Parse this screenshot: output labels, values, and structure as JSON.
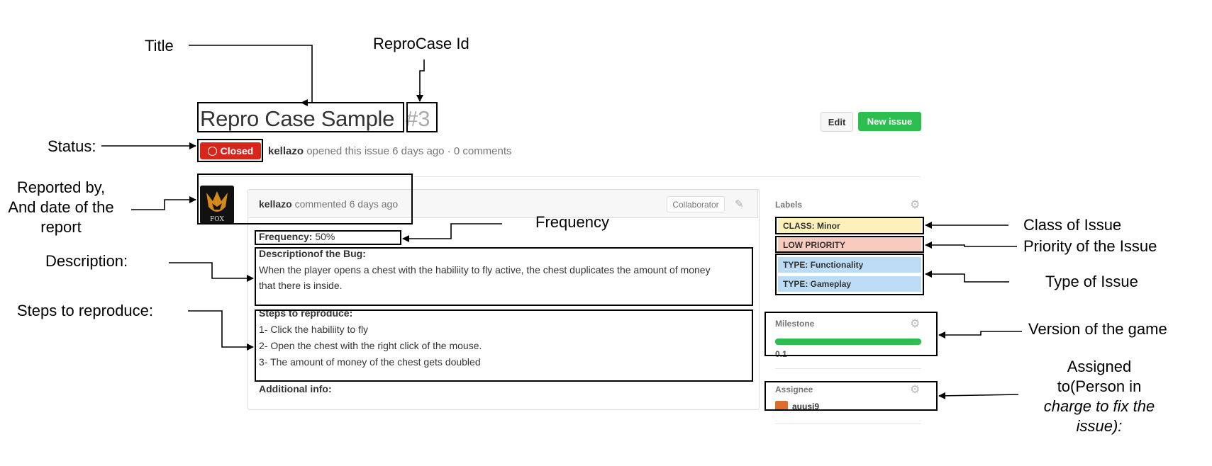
{
  "issue": {
    "title": "Repro Case Sample",
    "number": "#3",
    "status": "Closed",
    "author": "kellazo",
    "opened_text": "opened this issue 6 days ago · 0 comments"
  },
  "header_buttons": {
    "edit": "Edit",
    "new_issue": "New issue"
  },
  "comment": {
    "author": "kellazo",
    "meta_text": "commented 6 days ago",
    "badge": "Collaborator",
    "avatar_text": "FOX",
    "frequency_label": "Frequency:",
    "frequency_value": "50%",
    "description_label": "Descriptionof the Bug:",
    "description_line1": "When the player opens a chest with the habiliity to fly active, the chest duplicates the amount of money",
    "description_line2": "that there is inside.",
    "steps_label": "Steps to reproduce:",
    "steps": [
      "1- Click the habiliity to fly",
      "2- Open the chest with the right click of the mouse.",
      "3- The amount of money of the chest gets doubled"
    ],
    "additional_label": "Additional info:"
  },
  "sidebar": {
    "labels_title": "Labels",
    "labels": [
      {
        "text": "CLASS: Minor",
        "bg": "#fdf0bb"
      },
      {
        "text": "LOW PRIORITY",
        "bg": "#f9cbbe"
      },
      {
        "text": "TYPE: Functionality",
        "bg": "#bcdcf5"
      },
      {
        "text": "TYPE: Gameplay",
        "bg": "#bcdcf5"
      }
    ],
    "milestone_title": "Milestone",
    "milestone_value": "0.1",
    "assignee_title": "Assignee",
    "assignee_name": "auusi9"
  },
  "annotations": {
    "title": "Title",
    "reprocase_id": "ReproCase Id",
    "status": "Status:",
    "reported_by_1": "Reported by,",
    "reported_by_2": "And date of the",
    "reported_by_3": "report",
    "frequency": "Frequency",
    "description": "Description:",
    "steps": "Steps to reproduce:",
    "class_of_issue": "Class of Issue",
    "priority_of_issue": "Priority  of the Issue",
    "type_of_issue": "Type  of Issue",
    "version": "Version of the game",
    "assigned_1": "Assigned",
    "assigned_2": "to(Person in",
    "assigned_3": "charge to fix the",
    "assigned_4": "issue):"
  },
  "colors": {
    "status_closed": "#d9261c",
    "new_issue_green": "#2cbe4e",
    "milestone_green": "#2cbe4e"
  }
}
